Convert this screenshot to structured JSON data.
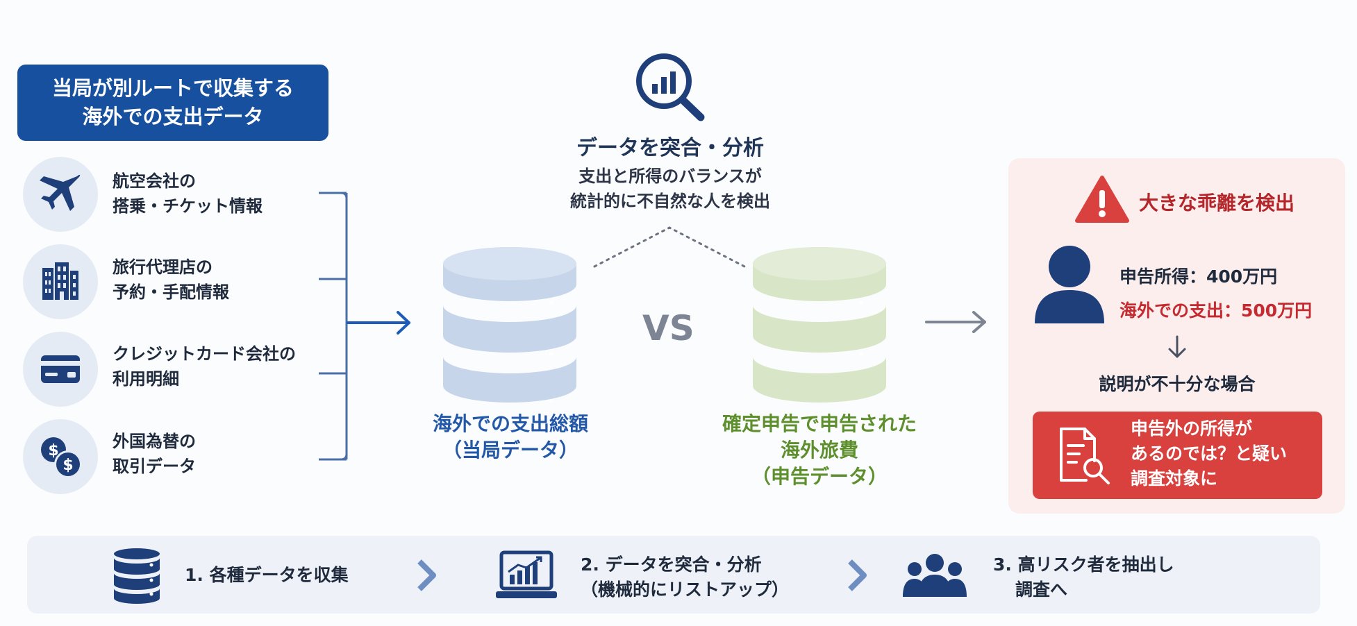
{
  "source": {
    "title_lines": [
      "当局が別ルートで収集する",
      "海外での支出データ"
    ],
    "items": [
      {
        "icon": "airplane-icon",
        "lines": [
          "航空会社の",
          "搭乗・チケット情報"
        ]
      },
      {
        "icon": "building-icon",
        "lines": [
          "旅行代理店の",
          "予約・手配情報"
        ]
      },
      {
        "icon": "credit-card-icon",
        "lines": [
          "クレジットカード会社の",
          "利用明細"
        ]
      },
      {
        "icon": "currency-exchange-icon",
        "lines": [
          "外国為替の",
          "取引データ"
        ]
      }
    ]
  },
  "analysis": {
    "icon": "magnifier-chart-icon",
    "title": "データを突合・分析",
    "desc_lines": [
      "支出と所得のバランスが",
      "統計的に不自然な人を検出"
    ]
  },
  "comparison": {
    "left_db": {
      "lines": [
        "海外での支出総額",
        "（当局データ）"
      ],
      "color": "#2358a8",
      "fill": "#c6d5ea"
    },
    "vs": "VS",
    "right_db": {
      "lines": [
        "確定申告で申告された",
        "海外旅費",
        "（申告データ）"
      ],
      "color": "#5e8f2d",
      "fill": "#d8e5c6"
    }
  },
  "alert": {
    "title": "大きな乖離を検出",
    "income": "申告所得：400万円",
    "spending": "海外での支出：500万円",
    "insufficient": "説明が不十分な場合",
    "result_lines": [
      "申告外の所得が",
      "あるのでは？と疑い",
      "調査対象に"
    ],
    "colors": {
      "panel": "#fbeeed",
      "accent": "#c42a2f",
      "result_box": "#d9413f"
    }
  },
  "steps": [
    {
      "icon": "database-icon",
      "lines": [
        "1. 各種データを収集"
      ]
    },
    {
      "icon": "laptop-chart-icon",
      "lines": [
        "2. データを突合・分析",
        "（機械的にリストアップ）"
      ]
    },
    {
      "icon": "people-group-icon",
      "lines": [
        "3. 高リスク者を抽出し",
        "調査へ"
      ]
    }
  ],
  "colors": {
    "primary": "#16509f",
    "icon_navy": "#1f3f7a",
    "arrow_gray": "#7d8494"
  }
}
